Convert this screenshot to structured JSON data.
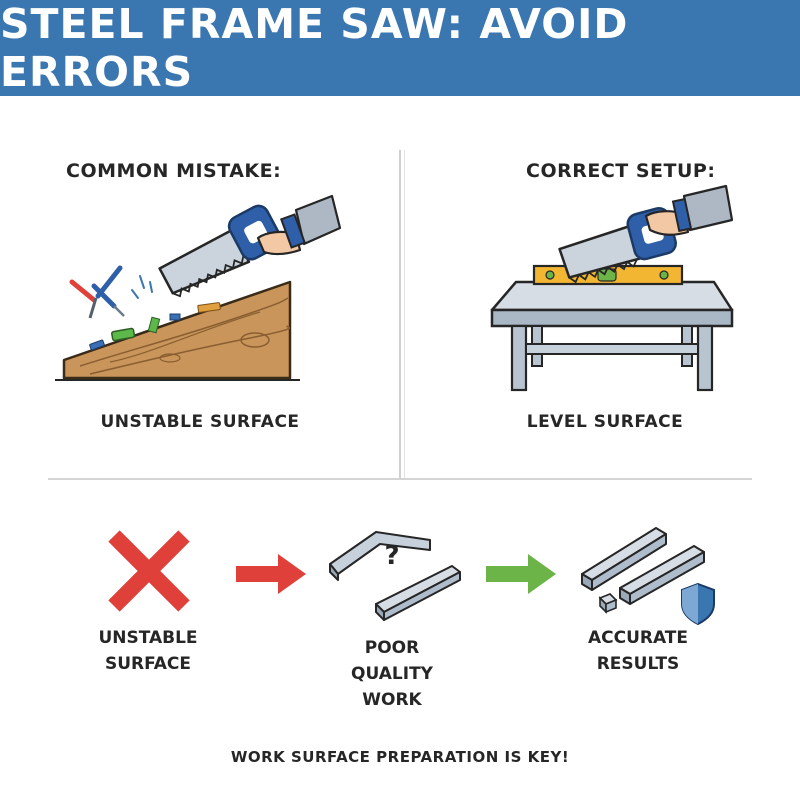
{
  "header": {
    "title": "STEEL FRAME SAW: AVOID ERRORS"
  },
  "panels": {
    "left": {
      "title": "COMMON MISTAKE:",
      "caption": "UNSTABLE SURFACE"
    },
    "right": {
      "title": "CORRECT SETUP:",
      "caption": "LEVEL SURFACE"
    }
  },
  "flow": {
    "steps": [
      {
        "label_lines": [
          "UNSTABLE",
          "SURFACE"
        ],
        "icon": "red-x-icon"
      },
      {
        "label_lines": [
          "POOR",
          "QUALITY",
          "WORK"
        ],
        "icon": "bent-steel-profile-icon"
      },
      {
        "label_lines": [
          "ACCURATE",
          "RESULTS"
        ],
        "icon": "straight-steel-profile-icon"
      }
    ],
    "arrows": [
      "red-arrow-icon",
      "green-arrow-icon"
    ],
    "question_mark": "?"
  },
  "footer": {
    "text": "WORK SURFACE PREPARATION IS KEY!"
  },
  "colors": {
    "banner": "#3a76b0",
    "error_red": "#e0403a",
    "success_green": "#6cb348",
    "tool_blue": "#2f5fa8",
    "wood": "#c9955a",
    "level_yellow": "#f2b632",
    "steel": "#aebccb"
  }
}
